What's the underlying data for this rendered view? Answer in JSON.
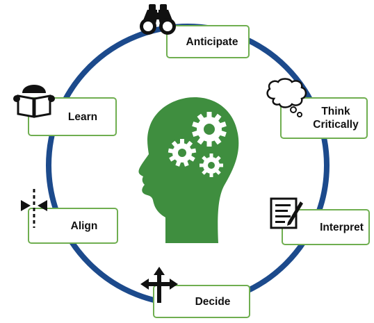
{
  "colors": {
    "ring": "#1c4a8c",
    "head": "#3f8e3f",
    "gear": "#ffffff",
    "box_border": "#6fae50",
    "text": "#111111",
    "icon": "#111111"
  },
  "center": {
    "icon": "head-with-gears-icon"
  },
  "nodes": [
    {
      "id": "anticipate",
      "label": "Anticipate",
      "icon": "binoculars-icon"
    },
    {
      "id": "think",
      "label_lines": [
        "Think",
        "Critically"
      ],
      "icon": "thought-bubble-icon"
    },
    {
      "id": "interpret",
      "label": "Interpret",
      "icon": "document-pen-icon"
    },
    {
      "id": "decide",
      "label": "Decide",
      "icon": "crossroads-arrows-icon"
    },
    {
      "id": "align",
      "label": "Align",
      "icon": "align-arrows-icon"
    },
    {
      "id": "learn",
      "label": "Learn",
      "icon": "person-reading-icon"
    }
  ]
}
